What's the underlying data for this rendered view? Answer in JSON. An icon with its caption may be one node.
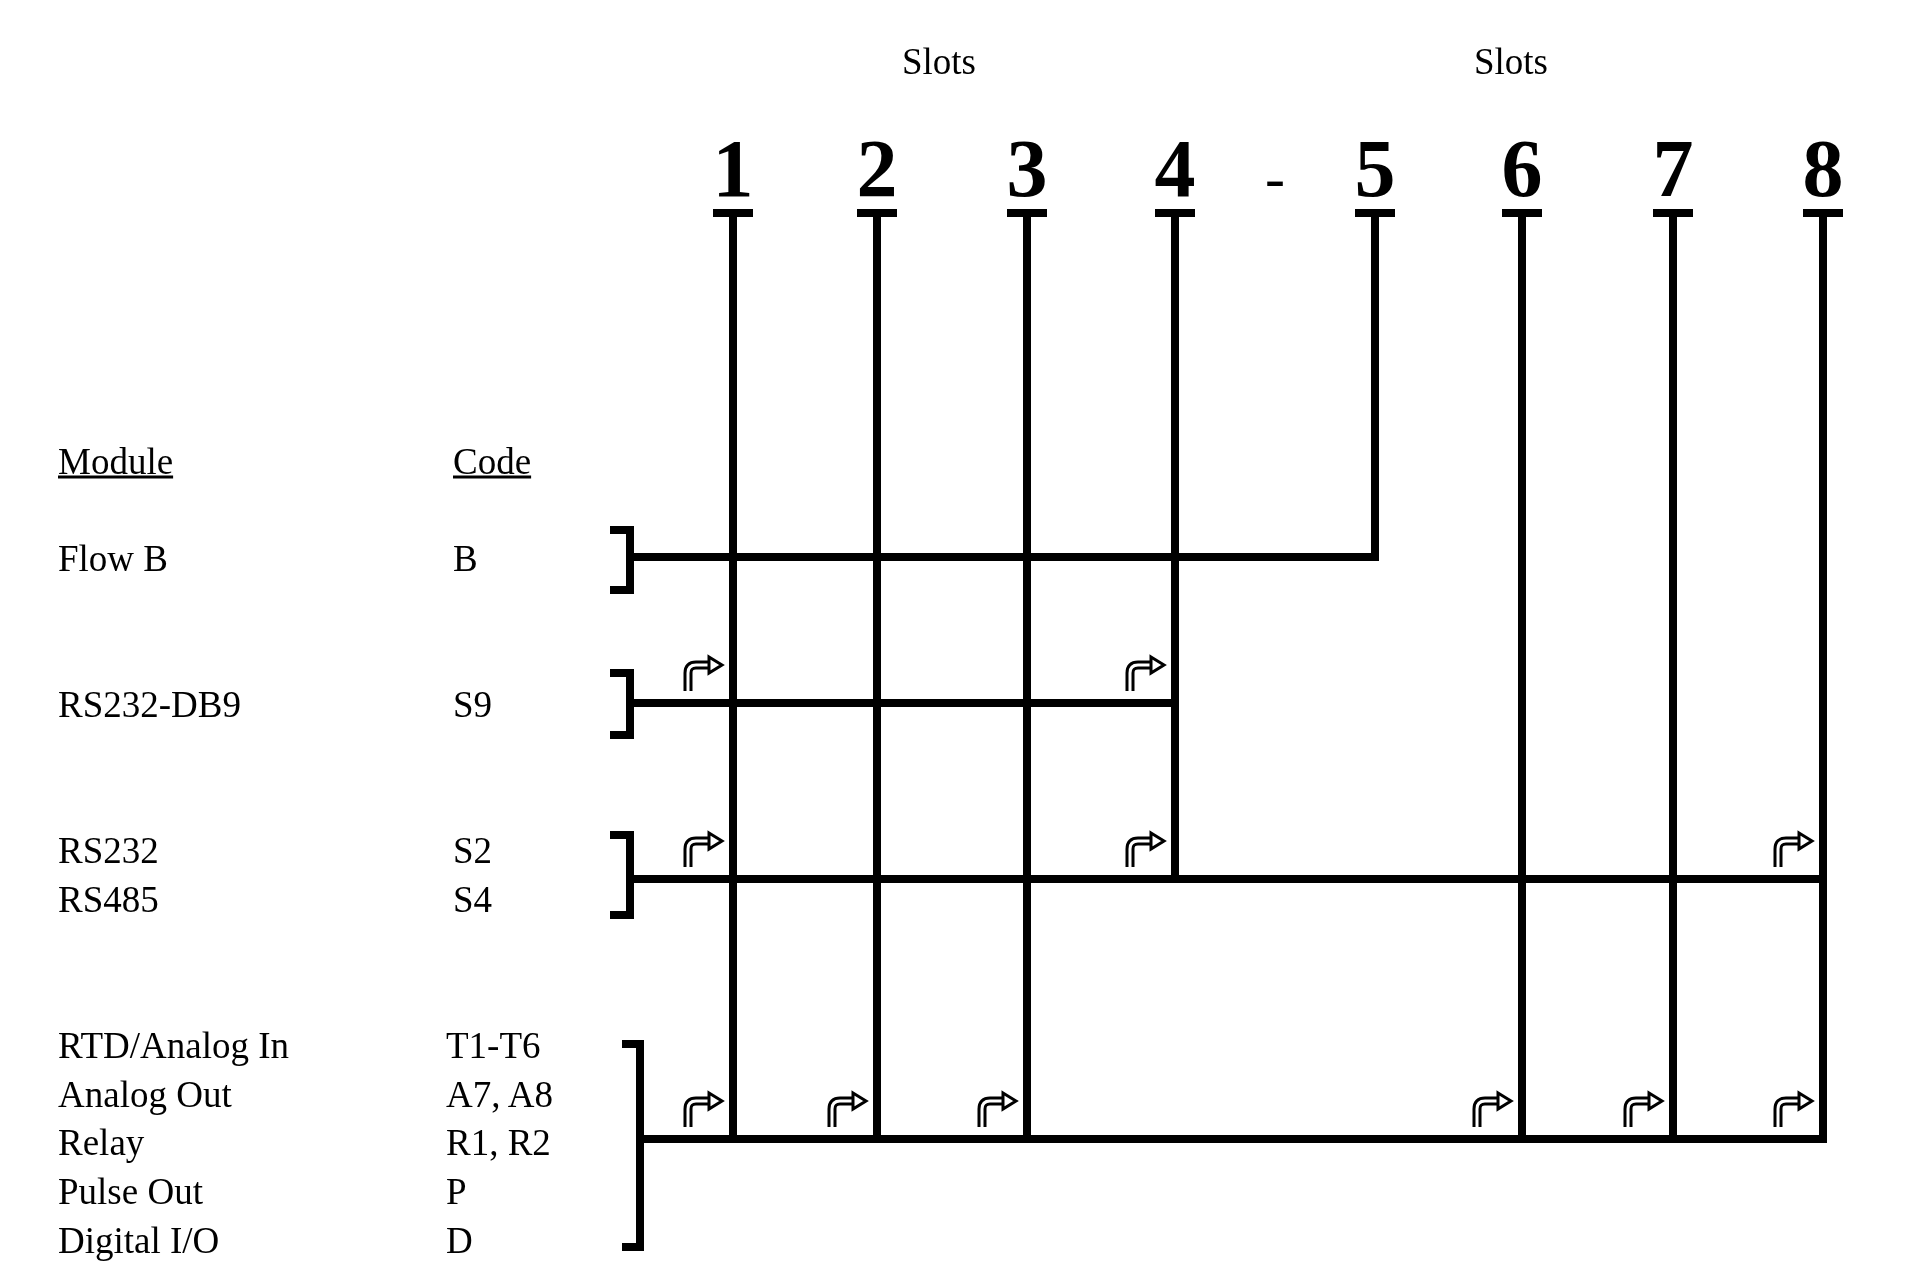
{
  "diagram": {
    "nodes": [
      {
        "text": [
          "1"
        ]
      },
      {
        "text": [
          "2"
        ]
      },
      {
        "text": [
          "3"
        ]
      },
      {
        "text": [
          "4"
        ]
      },
      {
        "text": [
          "5"
        ]
      },
      {
        "text": [
          "6"
        ]
      },
      {
        "text": [
          "7"
        ]
      },
      {
        "text": [
          "8"
        ]
      },
      {
        "text": [],
        "shape": "bracket"
      },
      {
        "text": [],
        "shape": "bracket"
      },
      {
        "text": [],
        "shape": "bracket"
      },
      {
        "text": [],
        "shape": "bracket"
      }
    ],
    "edges": [
      {
        "from": 8,
        "to": 4,
        "arrow": "none"
      },
      {
        "from": 9,
        "to": 0,
        "arrow": "none"
      },
      {
        "from": 9,
        "to": 3,
        "arrow": "none"
      },
      {
        "from": 10,
        "to": 0,
        "arrow": "none"
      },
      {
        "from": 10,
        "to": 3,
        "arrow": "none"
      },
      {
        "from": 10,
        "to": 7,
        "arrow": "none"
      },
      {
        "from": 11,
        "to": 0,
        "arrow": "none"
      },
      {
        "from": 11,
        "to": 1,
        "arrow": "none"
      },
      {
        "from": 11,
        "to": 2,
        "arrow": "none"
      },
      {
        "from": 11,
        "to": 5,
        "arrow": "none"
      },
      {
        "from": 11,
        "to": 6,
        "arrow": "none"
      },
      {
        "from": 11,
        "to": 7,
        "arrow": "none"
      }
    ],
    "labels": [
      "Slots",
      "Slots",
      "-",
      "Module",
      "Code",
      "Flow B",
      "B",
      "RS232-DB9",
      "S9",
      "RS232",
      "S2",
      "RS485",
      "S4",
      "RTD/Analog In",
      "T1-T6",
      "Analog Out",
      "A7, A8",
      "Relay",
      "R1, R2",
      "Pulse Out",
      "P",
      "Digital I/O",
      "D"
    ]
  }
}
